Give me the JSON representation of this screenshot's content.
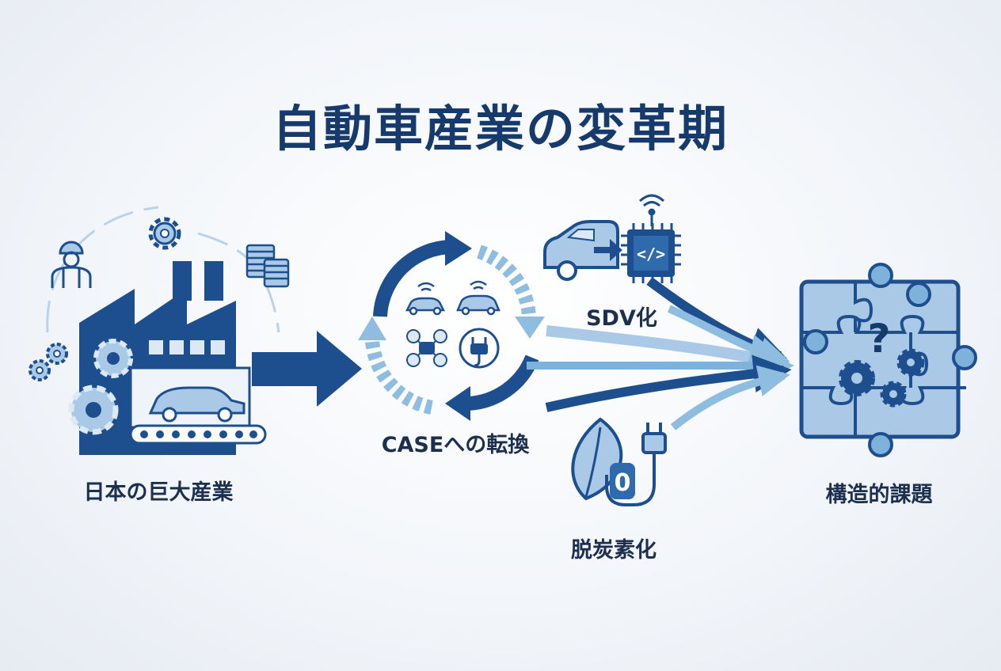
{
  "title": "自動車産業の変革期",
  "nodes": {
    "industry": "日本の巨大産業",
    "case": "CASEへの転換",
    "sdv": "SDV化",
    "decarbonization": "脱炭素化",
    "challenges": "構造的課題"
  },
  "icons": {
    "sdv_chip": "</>",
    "zero_emission": "0",
    "question": "?"
  },
  "colors": {
    "navy": "#1d4f8f",
    "dark_navy": "#163a6b",
    "light_blue": "#7fb2da",
    "pale_blue": "#b7d4ec",
    "fill_blue": "#a9c9e6"
  }
}
